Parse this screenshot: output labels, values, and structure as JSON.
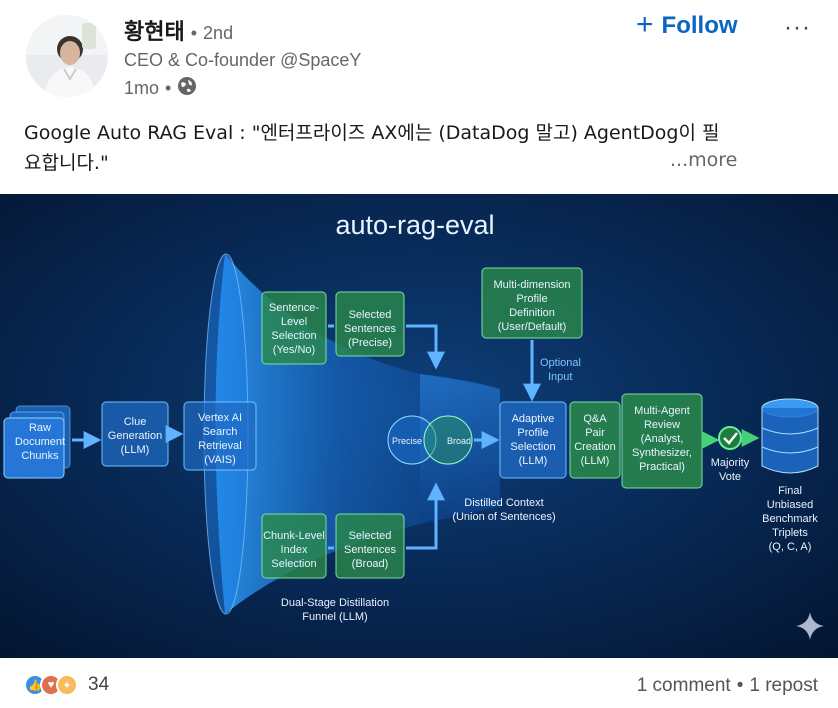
{
  "post": {
    "author": "황현태",
    "degree": "2nd",
    "separator_dot": "•",
    "headline": "CEO & Co-founder @SpaceY",
    "age": "1mo",
    "visibility_icon": "globe-icon",
    "follow_label": "Follow",
    "follow_icon": "plus-icon",
    "menu_icon": "more-horizontal-icon",
    "menu_glyph": "···",
    "text_line1": "Google Auto RAG Eval : \"엔터프라이즈 AX에는 (DataDog 말고) AgentDog이 필",
    "text_line2": "요합니다.\"",
    "see_more": "...more"
  },
  "diagram": {
    "title": "auto-rag-eval",
    "nodes": {
      "raw": [
        "Raw",
        "Document",
        "Chunks"
      ],
      "clue": [
        "Clue",
        "Generation",
        "(LLM)"
      ],
      "vertex": [
        "Vertex AI",
        "Search",
        "Retrieval",
        "(VAIS)"
      ],
      "sentence_level": [
        "Sentence-",
        "Level",
        "Selection",
        "(Yes/No)"
      ],
      "selected_precise": [
        "Selected",
        "Sentences",
        "(Precise)"
      ],
      "chunk_level": [
        "Chunk-Level",
        "Index",
        "Selection"
      ],
      "selected_broad": [
        "Selected",
        "Sentences",
        "(Broad)"
      ],
      "venn_precise": "Precise",
      "venn_broad": "Broad",
      "profile_def": [
        "Multi-dimension",
        "Profile",
        "Definition",
        "(User/Default)"
      ],
      "optional_input": [
        "Optional",
        "Input"
      ],
      "adaptive": [
        "Adaptive",
        "Profile",
        "Selection",
        "(LLM)"
      ],
      "qa_pair": [
        "Q&A",
        "Pair",
        "Creation",
        "(LLM)"
      ],
      "multi_agent": [
        "Multi-Agent",
        "Review",
        "(Analyst,",
        "Synthesizer,",
        "Practical)"
      ],
      "majority": [
        "Majority",
        "Vote"
      ],
      "final": [
        "Final",
        "Unbiased",
        "Benchmark",
        "Triplets",
        "(Q, C, A)"
      ],
      "distilled": [
        "Distilled Context",
        "(Union of Sentences)"
      ],
      "funnel_label": [
        "Dual-Stage Distillation",
        "Funnel (LLM)"
      ]
    }
  },
  "footer": {
    "reaction_icons": [
      "like-icon",
      "love-icon",
      "insightful-icon"
    ],
    "reaction_count": "34",
    "comments": "1 comment",
    "dot": "•",
    "reposts": "1 repost"
  }
}
